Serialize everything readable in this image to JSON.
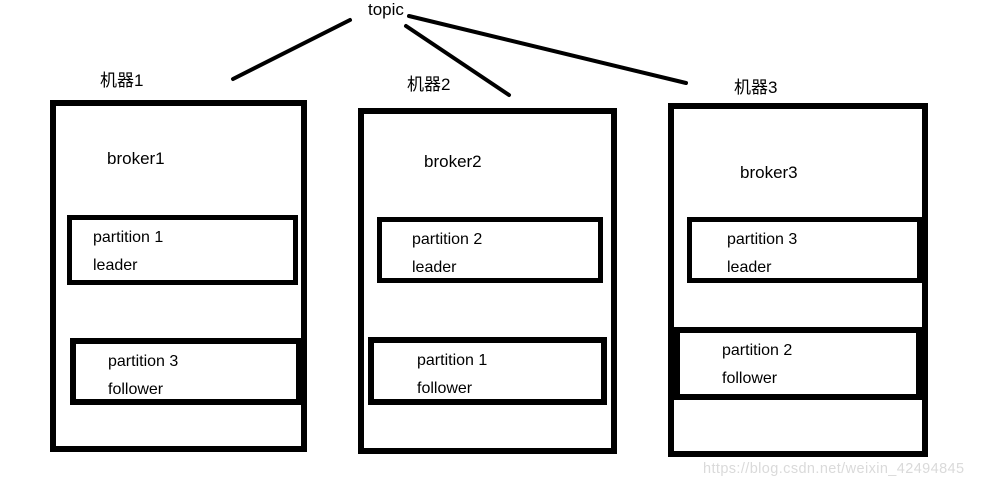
{
  "topic_label": "topic",
  "machines": [
    {
      "label": "机器1",
      "broker": "broker1",
      "partitions": [
        {
          "name": "partition 1",
          "role": "leader"
        },
        {
          "name": "partition 3",
          "role": "follower"
        }
      ]
    },
    {
      "label": "机器2",
      "broker": "broker2",
      "partitions": [
        {
          "name": "partition 2",
          "role": "leader"
        },
        {
          "name": "partition 1",
          "role": "follower"
        }
      ]
    },
    {
      "label": "机器3",
      "broker": "broker3",
      "partitions": [
        {
          "name": "partition 3",
          "role": "leader"
        },
        {
          "name": "partition 2",
          "role": "follower"
        }
      ]
    }
  ],
  "watermark": "https://blog.csdn.net/weixin_42494845",
  "colors": {
    "stroke": "#000000",
    "background": "#ffffff",
    "watermark_text": "#dadada"
  }
}
